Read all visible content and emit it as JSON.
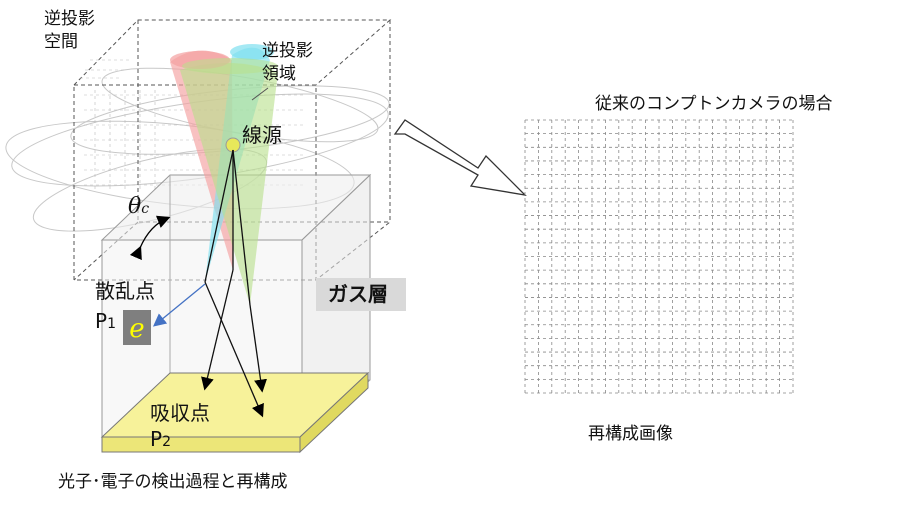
{
  "labels": {
    "backprojection_space_line1": "逆投影",
    "backprojection_space_line2": "空間",
    "backprojection_region_line1": "逆投影",
    "backprojection_region_line2": "領域",
    "source": "線源",
    "theta": "θ",
    "theta_sub": "c",
    "scatter_point": "散乱点",
    "p1": "P",
    "p1_sub": "1",
    "electron": "e",
    "gas_layer": "ガス層",
    "absorption_point": "吸収点",
    "p2": "P",
    "p2_sub": "2",
    "bottom_caption": "光子･電子の検出過程と再構成",
    "conventional_title": "従来のコンプトンカメラの場合",
    "reconstruction_caption": "再構成画像"
  },
  "colors": {
    "cone_red": "#f4a0a0",
    "cone_cyan": "#7fe0f0",
    "cone_green": "#b8e08a",
    "absorber": "#f7f29a",
    "electron_arrow": "#4472c4",
    "electron_text": "#ffff00",
    "source_dot": "#e8e85a"
  }
}
